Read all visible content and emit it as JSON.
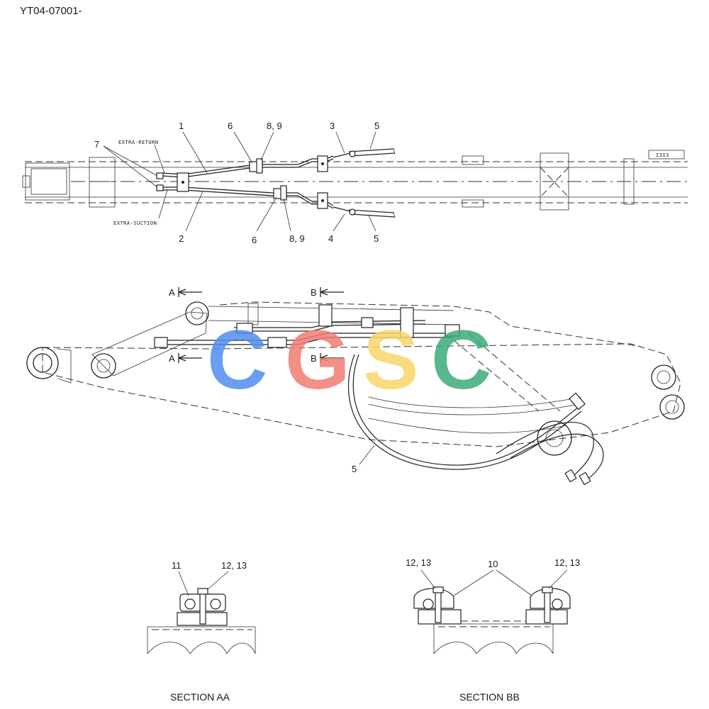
{
  "drawing": {
    "code": "YT04-07001-",
    "watermark": {
      "letters": [
        "C",
        "G",
        "S",
        "C"
      ],
      "colors": [
        "#4f8ef0",
        "#f07c72",
        "#f9d66a",
        "#3daa7a"
      ]
    }
  },
  "top_view": {
    "callouts": {
      "c1": "1",
      "c2": "2",
      "c3": "3",
      "c4": "4",
      "c5a": "5",
      "c5b": "5",
      "c6a": "6",
      "c6b": "6",
      "c7": "7",
      "c89a": "8, 9",
      "c89b": "8, 9"
    },
    "extra_return": "EXTRA-RETURN",
    "extra_suction": "EXTRA-SUCTION",
    "plate_mark": "I3I3"
  },
  "side_view": {
    "section_a_top": "A",
    "section_a_bottom": "A",
    "section_b_top": "B",
    "section_b_bottom": "B",
    "callout_5": "5"
  },
  "section_aa": {
    "title": "SECTION AA",
    "c11": "11",
    "c1213": "12, 13"
  },
  "section_bb": {
    "title": "SECTION BB",
    "c10": "10",
    "c1213_left": "12, 13",
    "c1213_right": "12, 13"
  }
}
